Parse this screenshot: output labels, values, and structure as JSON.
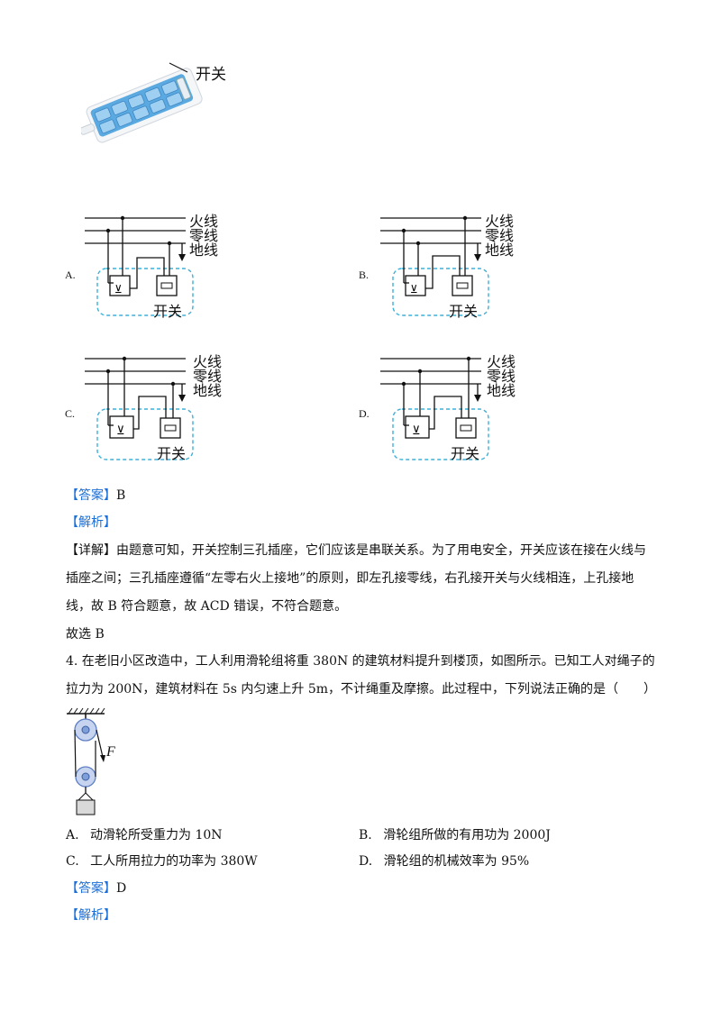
{
  "power_strip": {
    "switch_label": "开关"
  },
  "circuit_labels": {
    "live": "火线",
    "neutral": "零线",
    "ground": "地线",
    "switch": "开关"
  },
  "options_q3": [
    {
      "letter": "A."
    },
    {
      "letter": "B."
    },
    {
      "letter": "C."
    },
    {
      "letter": "D."
    }
  ],
  "q3_answer": {
    "answer_tag": "【答案】",
    "answer_value": "B",
    "analysis_tag": "【解析】",
    "detail_tag": "【详解】",
    "detail_line1": "由题意可知，开关控制三孔插座，它们应该是串联关系。为了用电安全，开关应该在接在火线与",
    "detail_line2": "插座之间；三孔插座遵循“左零右火上接地”的原则，即左孔接零线，右孔接开关与火线相连，上孔接地",
    "detail_line3": "线，故 B 符合题意，故 ACD 错误，不符合题意。",
    "conclusion": "故选 B"
  },
  "q4": {
    "line1": "4. 在老旧小区改造中，工人利用滑轮组将重 380N 的建筑材料提升到楼顶，如图所示。已知工人对绳子的",
    "line2": "拉力为 200N，建筑材料在 5s 内匀速上升 5m，不计绳重及摩擦。此过程中，下列说法正确的是（　　）",
    "force_label": "F",
    "options": [
      {
        "letter": "A.",
        "text": "动滑轮所受重力为 10N"
      },
      {
        "letter": "B.",
        "text": "滑轮组所做的有用功为 2000J"
      },
      {
        "letter": "C.",
        "text": "工人所用拉力的功率为 380W"
      },
      {
        "letter": "D.",
        "text": "滑轮组的机械效率为 95%"
      }
    ],
    "answer_tag": "【答案】",
    "answer_value": "D",
    "analysis_tag": "【解析】"
  },
  "colors": {
    "bracket": "#1a6fd8",
    "strip_blue": "#5aa9e0",
    "dashed_box": "#3bb0d8",
    "pulley": "#7f9fd9"
  }
}
